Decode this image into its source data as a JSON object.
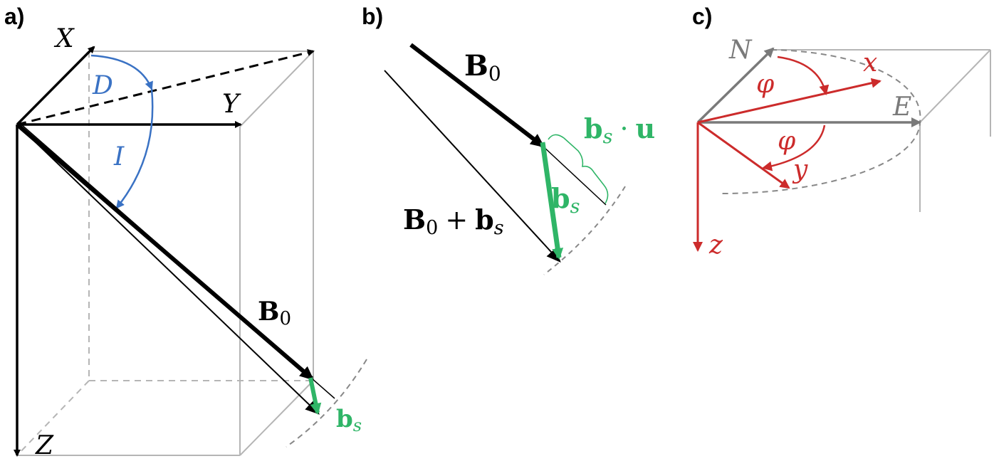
{
  "panels": {
    "a": {
      "label": "a)",
      "axis_x": "X",
      "axis_y": "Y",
      "axis_z": "Z",
      "angle_d": "D",
      "angle_i": "I",
      "field_main": "B",
      "field_main_sub": "0",
      "field_small": "b",
      "field_small_sub": "s"
    },
    "b": {
      "label": "b)",
      "field_main": "B",
      "field_main_sub": "0",
      "sum_main": "B",
      "sum_main_sub": "0",
      "sum_plus": "+",
      "sum_small": "b",
      "sum_small_sub": "s",
      "proj_small": "b",
      "proj_small_sub": "s",
      "proj_dot": "·",
      "proj_unit": "u",
      "vec_small": "b",
      "vec_small_sub": "s"
    },
    "c": {
      "label": "c)",
      "axis_n": "N",
      "axis_e": "E",
      "axis_x": "x",
      "axis_y": "y",
      "axis_z": "z",
      "angle_phi_top": "φ",
      "angle_phi_bottom": "φ"
    }
  },
  "colors": {
    "black": "#000000",
    "blue": "#3a72c4",
    "green": "#2fb567",
    "red": "#cc2b2b",
    "gray": "#7a7a7a",
    "light_gray": "#b5b5b5"
  }
}
